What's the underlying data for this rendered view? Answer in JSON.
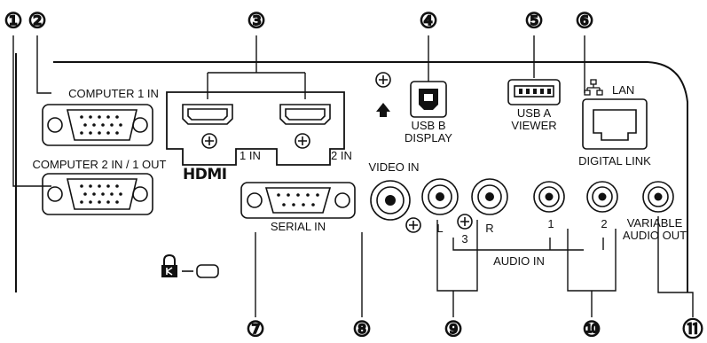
{
  "callouts": [
    "①",
    "②",
    "③",
    "④",
    "⑤",
    "⑥",
    "⑦",
    "⑧",
    "⑨",
    "⑩",
    "⑪"
  ],
  "labels": {
    "computer1": "COMPUTER 1 IN",
    "computer2": "COMPUTER 2 IN / 1 OUT",
    "hdmi_logo": "HDMI",
    "hdmi1": "1 IN",
    "hdmi2": "2 IN",
    "usb_b_line1": "USB B",
    "usb_b_line2": "DISPLAY",
    "usb_a_line1": "USB A",
    "usb_a_line2": "VIEWER",
    "lan": "LAN",
    "digital_link": "DIGITAL LINK",
    "serial": "SERIAL IN",
    "video_in": "VIDEO IN",
    "audio_l": "L",
    "audio_r": "R",
    "audio_3": "3",
    "audio_1": "1",
    "audio_2": "2",
    "audio_in": "AUDIO IN",
    "variable_line1": "VARIABLE",
    "variable_line2": "AUDIO OUT"
  }
}
